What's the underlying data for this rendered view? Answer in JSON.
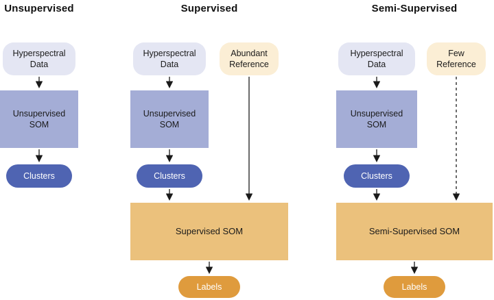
{
  "columns": [
    {
      "title": "Unsupervised",
      "nodes": {
        "hyperspectral": "Hyperspectral Data",
        "som": "Unsupervised SOM",
        "clusters": "Clusters"
      }
    },
    {
      "title": "Supervised",
      "nodes": {
        "hyperspectral": "Hyperspectral Data",
        "reference": "Abundant Reference",
        "som": "Unsupervised SOM",
        "clusters": "Clusters",
        "big_som": "Supervised SOM",
        "labels": "Labels"
      }
    },
    {
      "title": "Semi-Supervised",
      "nodes": {
        "hyperspectral": "Hyperspectral Data",
        "reference": "Few Reference",
        "som": "Unsupervised SOM",
        "clusters": "Clusters",
        "big_som": "Semi-Supervised SOM",
        "labels": "Labels"
      }
    }
  ],
  "colors": {
    "pill_lavender": "#e4e6f3",
    "rect_periwinkle": "#a4add6",
    "pill_blue": "#4f64b2",
    "pill_cream": "#fbeed5",
    "rect_orange": "#ebc17c",
    "pill_orange": "#df9b3d",
    "arrow": "#1a1a1a",
    "text_dark": "#1a1a1a",
    "text_white": "#ffffff"
  }
}
